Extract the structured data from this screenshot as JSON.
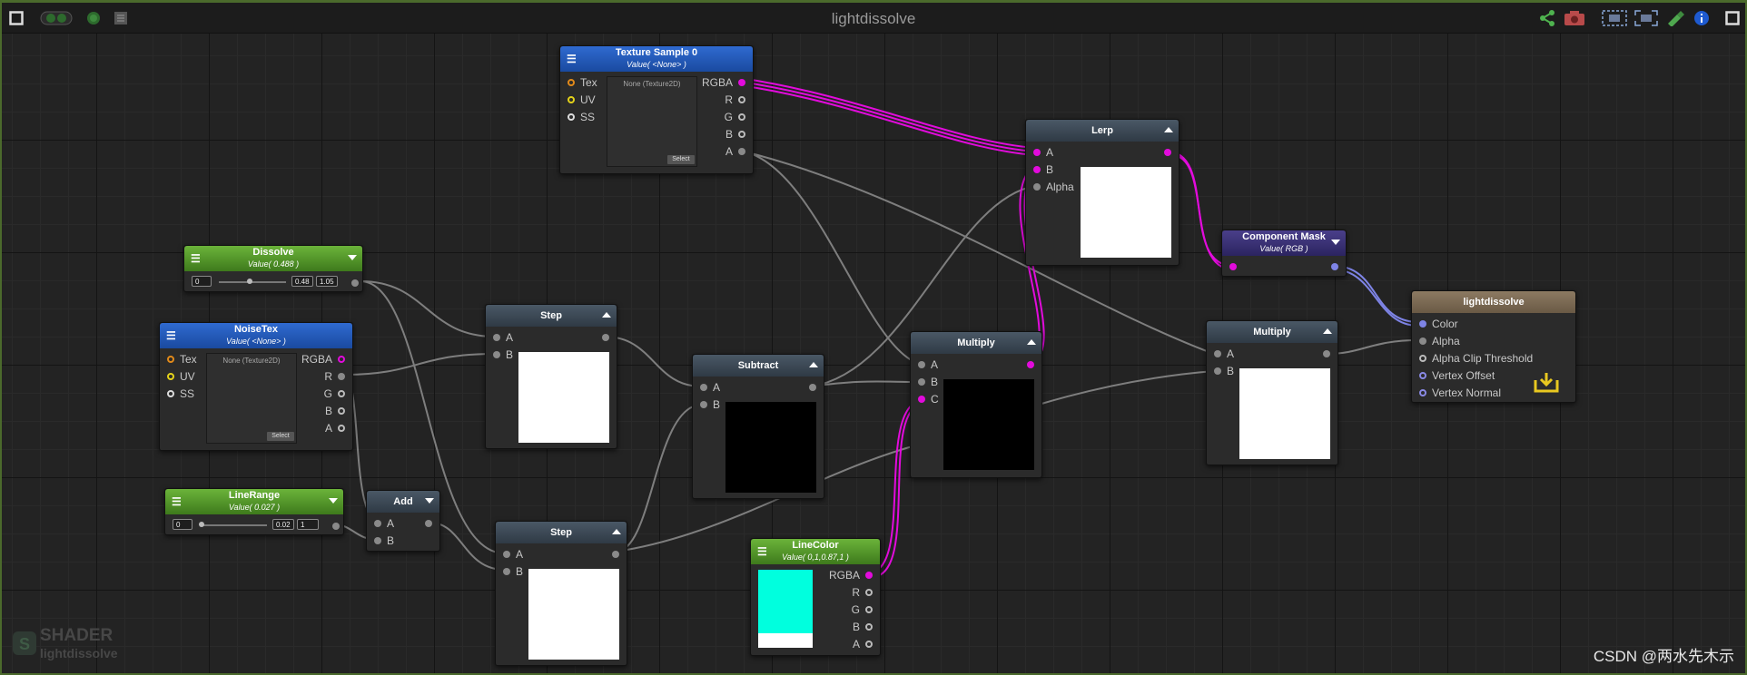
{
  "window": {
    "title": "lightdissolve"
  },
  "toolbar": {
    "left_icons": [
      "square-icon",
      "toggle-icon",
      "record-dot-icon",
      "document-icon"
    ],
    "right_icons": [
      "share-icon",
      "camera-icon",
      "focus-selection-icon",
      "fit-view-icon",
      "clean-icon",
      "info-icon",
      "square-icon"
    ]
  },
  "nodes": {
    "texture_sample": {
      "title": "Texture Sample 0",
      "subtitle": "Value( <None> )",
      "inputs": [
        "Tex",
        "UV",
        "SS"
      ],
      "outputs": [
        "RGBA",
        "R",
        "G",
        "B",
        "A"
      ],
      "tex_label": "None (Texture2D)",
      "select": "Select"
    },
    "dissolve": {
      "title": "Dissolve",
      "subtitle": "Value( 0.488 )",
      "min": "0",
      "value": "0.48",
      "max": "1.05",
      "slider_fraction": 0.46
    },
    "noisetex": {
      "title": "NoiseTex",
      "subtitle": "Value( <None> )",
      "inputs": [
        "Tex",
        "UV",
        "SS"
      ],
      "outputs": [
        "RGBA",
        "R",
        "G",
        "B",
        "A"
      ],
      "tex_label": "None (Texture2D)",
      "select": "Select"
    },
    "linerange": {
      "title": "LineRange",
      "subtitle": "Value( 0.027 )",
      "min": "0",
      "value": "0.02",
      "max": "1",
      "slider_fraction": 0.03
    },
    "add": {
      "title": "Add",
      "inputs": [
        "A",
        "B"
      ]
    },
    "step1": {
      "title": "Step",
      "inputs": [
        "A",
        "B"
      ],
      "preview_color": "#ffffff"
    },
    "step2": {
      "title": "Step",
      "inputs": [
        "A",
        "B"
      ],
      "preview_color": "#ffffff"
    },
    "subtract": {
      "title": "Subtract",
      "inputs": [
        "A",
        "B"
      ],
      "preview_color": "#000000"
    },
    "multiply1": {
      "title": "Multiply",
      "inputs": [
        "A",
        "B",
        "C"
      ],
      "preview_color": "#000000"
    },
    "linecolor": {
      "title": "LineColor",
      "subtitle": "Value( 0,1,0.87,1 )",
      "outputs": [
        "RGBA",
        "R",
        "G",
        "B",
        "A"
      ],
      "color": "#00ffde"
    },
    "lerp": {
      "title": "Lerp",
      "inputs": [
        "A",
        "B",
        "Alpha"
      ],
      "preview_color": "#ffffff"
    },
    "component_mask": {
      "title": "Component Mask",
      "subtitle": "Value( RGB )"
    },
    "multiply2": {
      "title": "Multiply",
      "inputs": [
        "A",
        "B"
      ],
      "preview_color": "#ffffff"
    },
    "output": {
      "title": "lightdissolve",
      "inputs": [
        "Color",
        "Alpha",
        "Alpha Clip Threshold",
        "Vertex Offset",
        "Vertex Normal"
      ]
    }
  },
  "watermark": {
    "line1": "SHADER",
    "line2": "lightdissolve"
  },
  "credit": "CSDN @两水先木示",
  "colors": {
    "wire_gray": "#8f8f8f",
    "wire_magenta": "#e20bdc",
    "wire_blue": "#7e84e6",
    "frame_green": "#4b6a2c"
  }
}
